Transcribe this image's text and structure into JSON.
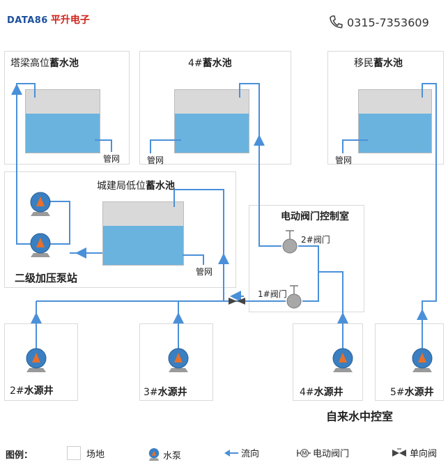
{
  "header": {
    "brand": "DATA86",
    "brand_cn": "平升电子",
    "phone": "0315-7353609"
  },
  "reservoirs": {
    "tagoliang": {
      "prefix": "塔梁高位",
      "suffix": "蓄水池"
    },
    "no4": {
      "prefix": "4#",
      "suffix": "蓄水池"
    },
    "yimin": {
      "prefix": "移民",
      "suffix": "蓄水池"
    },
    "chengjian": {
      "prefix": "城建局低位",
      "suffix": "蓄水池"
    }
  },
  "pipe_net_label": "管网",
  "pump_station": "二级加压泵站",
  "valve_room": "电动阀门控制室",
  "valves": {
    "v1": "1#阀门",
    "v2": "2#阀门"
  },
  "wells": [
    {
      "prefix": "2#",
      "suffix": "水源井"
    },
    {
      "prefix": "3#",
      "suffix": "水源井"
    },
    {
      "prefix": "4#",
      "suffix": "水源井"
    },
    {
      "prefix": "5#",
      "suffix": "水源井"
    }
  ],
  "control_room": "自来水中控室",
  "legend": {
    "title": "图例：",
    "site": "场地",
    "pump": "水泵",
    "flow": "流向",
    "motor_valve": "电动阀门",
    "check_valve": "单向阀"
  },
  "colors": {
    "pipe": "#4a90d9",
    "water": "#6bb3df",
    "pump": "#3a7fc1",
    "arrow": "#e8702a"
  }
}
